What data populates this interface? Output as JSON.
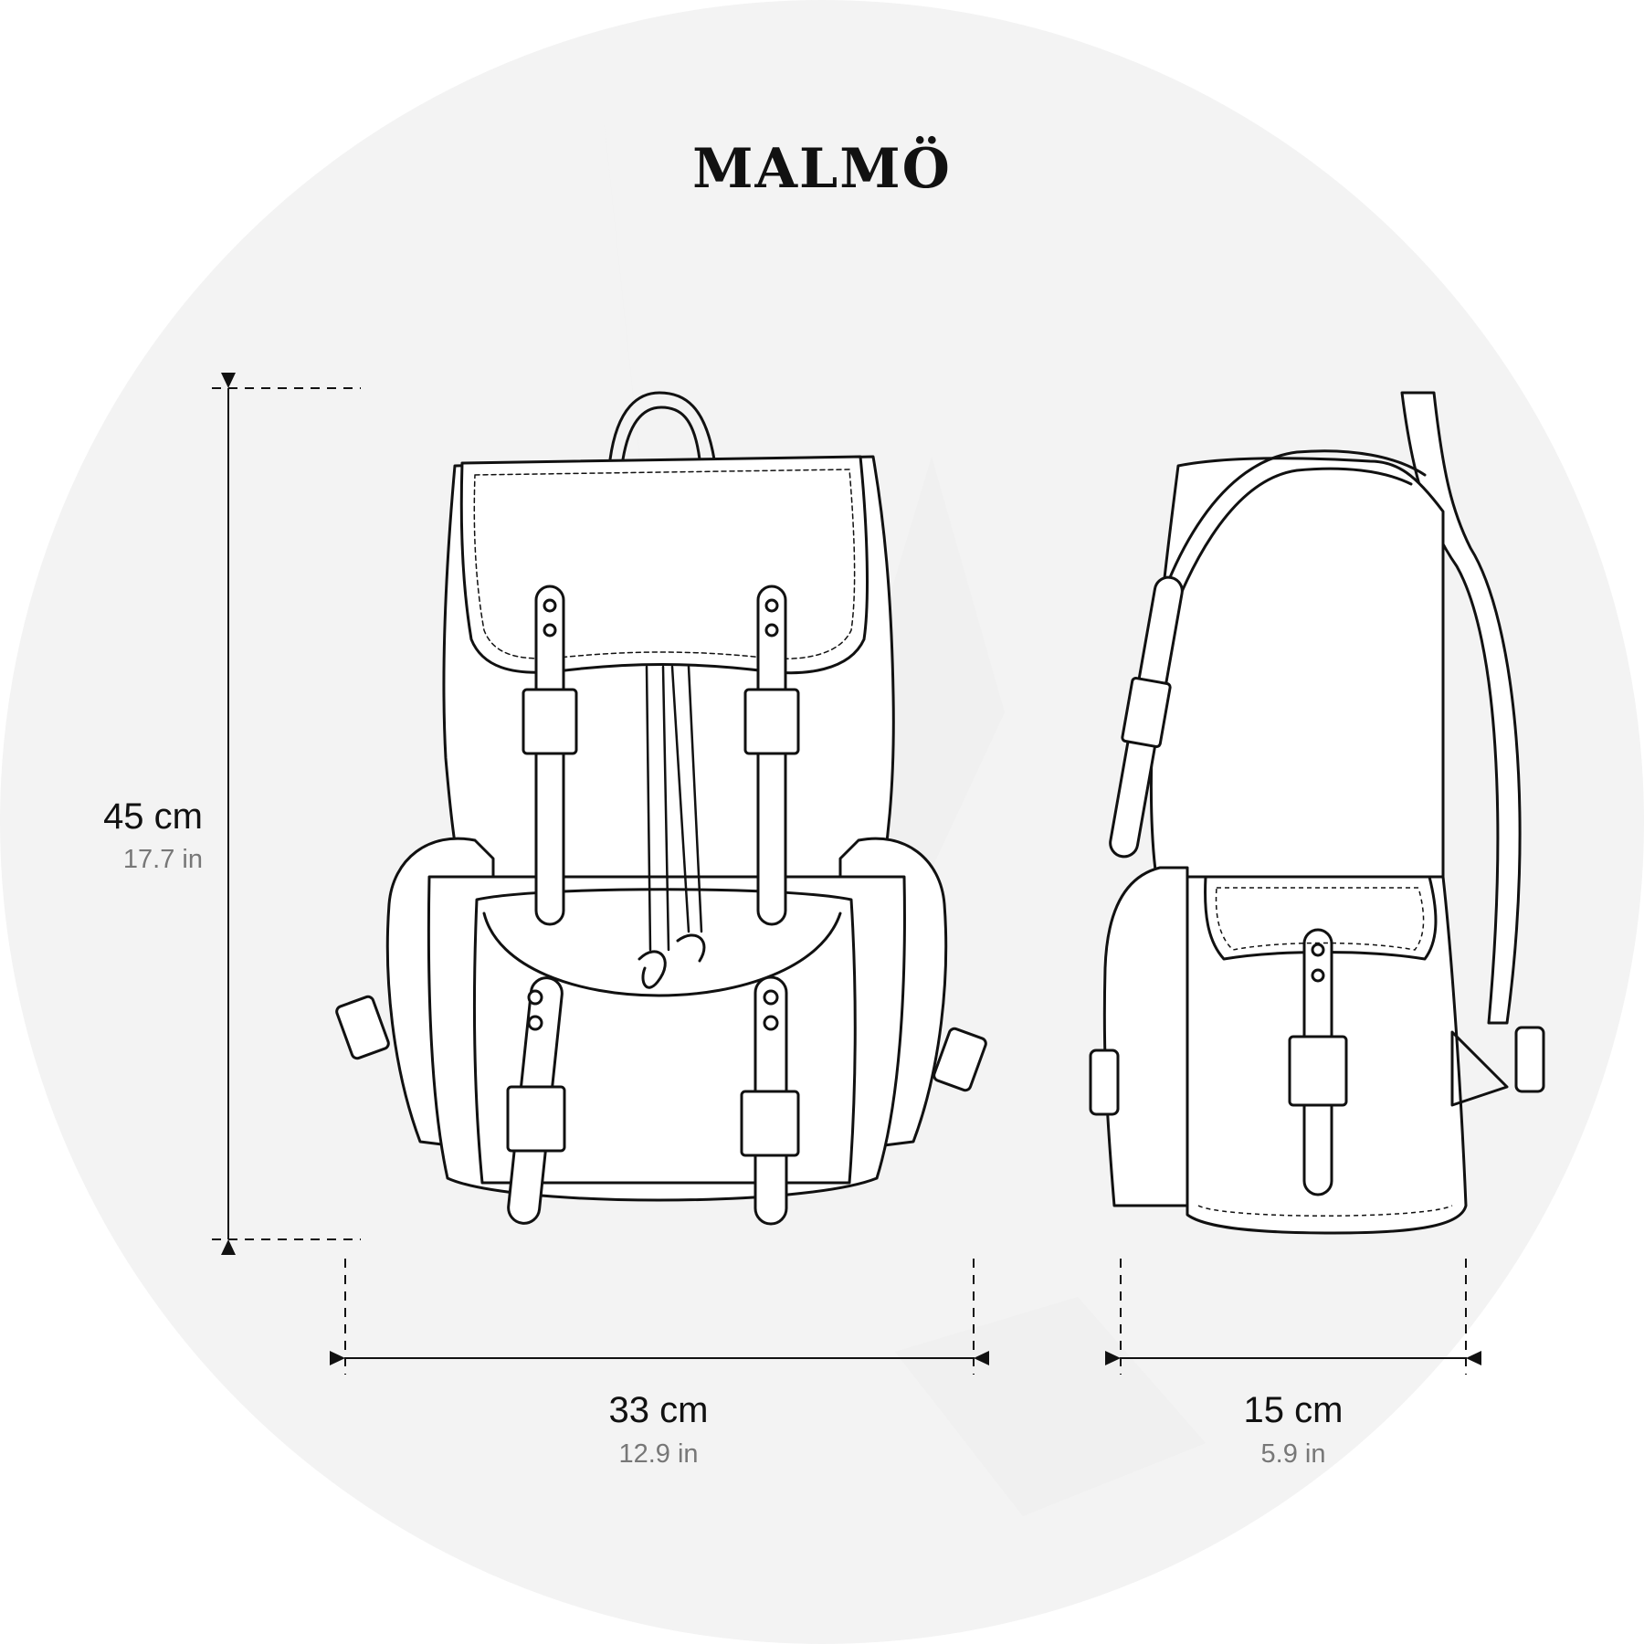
{
  "title": "MALMÖ",
  "dimensions": {
    "height": {
      "metric": "45 cm",
      "imperial": "17.7 in"
    },
    "width": {
      "metric": "33 cm",
      "imperial": "12.9 in"
    },
    "depth": {
      "metric": "15 cm",
      "imperial": "5.9 in"
    }
  },
  "colors": {
    "background_circle": "#f3f3f3",
    "line": "#111111",
    "secondary_text": "#777777"
  }
}
